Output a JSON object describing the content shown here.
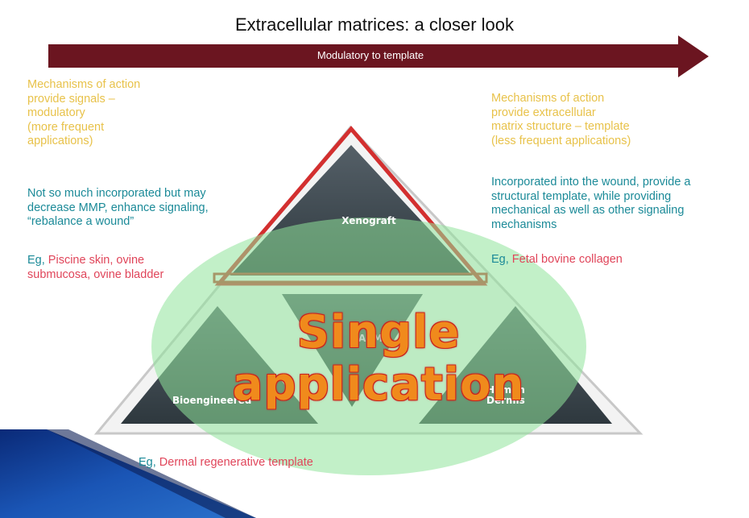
{
  "title": "Extracellular matrices: a closer look",
  "arrow": {
    "label": "Modulatory to template",
    "color": "#6b1520"
  },
  "left_panel": {
    "mechanism_lines": [
      "Mechanisms of action",
      "provide signals –",
      "modulatory",
      "(more frequent",
      "applications)"
    ],
    "description_lines": [
      "Not so much incorporated but may",
      "decrease MMP, enhance signaling,",
      "“rebalance a wound”"
    ],
    "example_prefix": "Eg,",
    "example_text_line1": "Piscine skin, ovine",
    "example_text_line2": "submucosa, ovine bladder"
  },
  "right_panel": {
    "mechanism_lines": [
      "Mechanisms of action",
      "provide extracellular",
      "matrix structure – template",
      "(less frequent applications)"
    ],
    "description_lines": [
      "Incorporated into the wound, provide a",
      "structural template, while providing",
      "mechanical as well as other signaling",
      "mechanisms"
    ],
    "example_prefix": "Eg,",
    "example_text": "Fetal bovine collagen"
  },
  "bottom_example": {
    "prefix": "Eg,",
    "text": "Dermal regenerative template"
  },
  "pyramid": {
    "top_label": "Xenograft",
    "left_label": "Bioengineered",
    "right_label_line1": "Human",
    "right_label_line2": "Dermis",
    "center_label": "ACM"
  },
  "overlay_text": "Single application",
  "colors": {
    "mechanism_text": "#e8c24a",
    "description_text": "#1b8a98",
    "example_text": "#e0455a",
    "ellipse_fill": "#8fe39a",
    "triangle_dark": "#3d4a52",
    "triangle_highlight": "#d32f2f",
    "corner_shape": "#1a4aa8"
  }
}
